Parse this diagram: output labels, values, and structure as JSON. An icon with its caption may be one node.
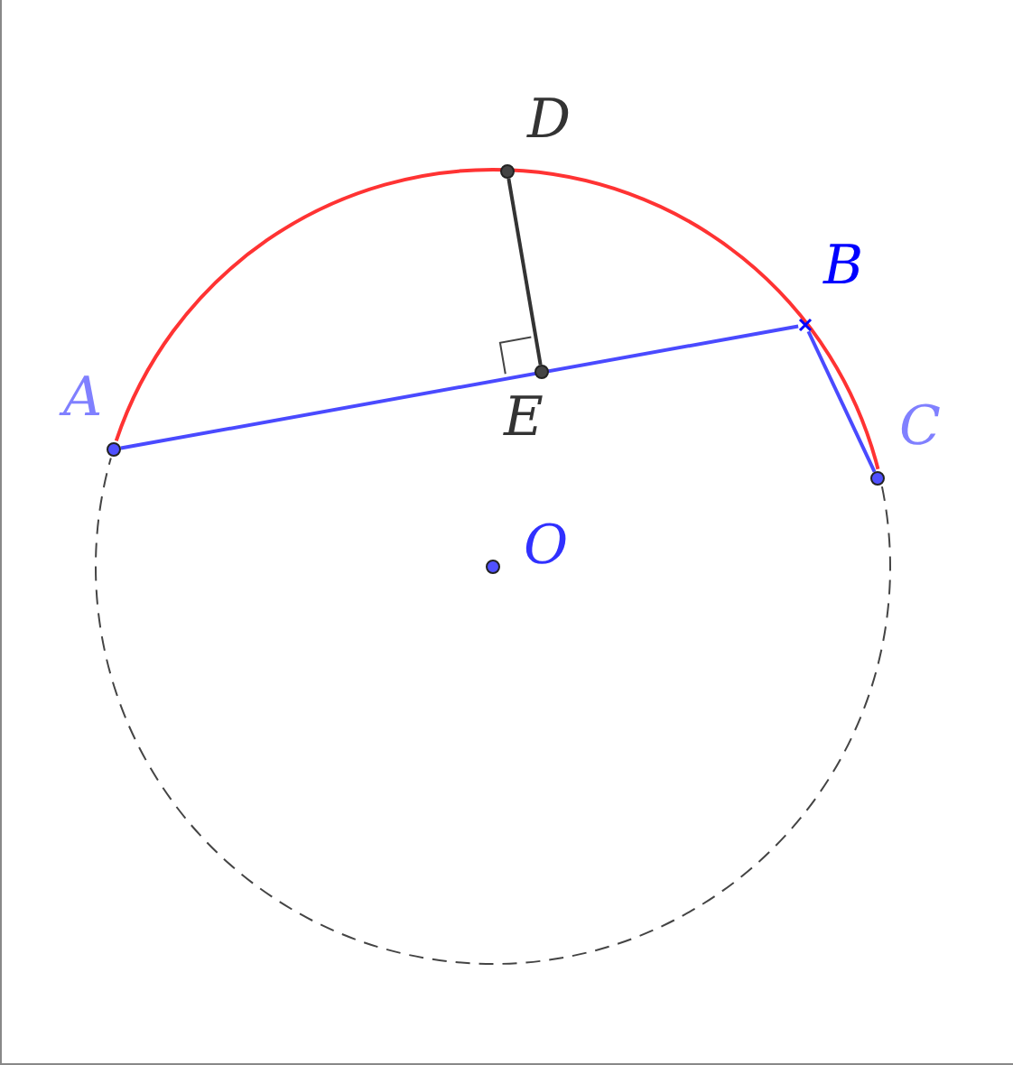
{
  "diagram": {
    "nodes": [
      {
        "text": [
          "A"
        ]
      },
      {
        "text": [
          "B"
        ]
      },
      {
        "text": [
          "C"
        ]
      },
      {
        "text": [
          "D"
        ]
      },
      {
        "text": [
          "E"
        ]
      },
      {
        "text": [
          "O"
        ]
      }
    ],
    "edges": [
      {
        "from": 0,
        "to": 1,
        "arrow": "none"
      },
      {
        "from": 1,
        "to": 2,
        "arrow": "none"
      },
      {
        "from": 3,
        "to": 4,
        "arrow": "none",
        "color": "#333333"
      },
      {
        "from": 0,
        "to": 2,
        "arrow": "none",
        "color": "#ff3333"
      },
      {
        "from": 2,
        "to": 0,
        "arrow": "none",
        "style": "dashed",
        "color": "#444444"
      }
    ]
  }
}
